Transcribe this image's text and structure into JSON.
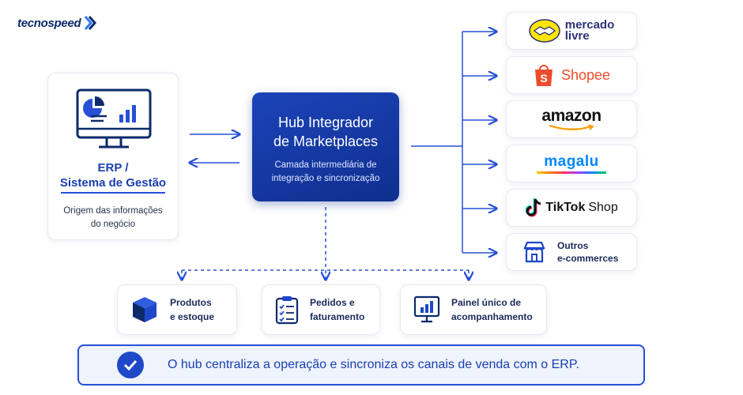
{
  "brand": {
    "logo_text": "tecnospeed"
  },
  "erp": {
    "title_line1": "ERP /",
    "title_line2": "Sistema de Gestão",
    "sub_line1": "Origem das informações",
    "sub_line2": "do negócio"
  },
  "hub": {
    "title_line1": "Hub Integrador",
    "title_line2": "de Marketplaces",
    "sub_line1": "Camada intermediária de",
    "sub_line2": "integração e sincronização"
  },
  "marketplaces": [
    {
      "name_line1": "mercado",
      "name_line2": "livre",
      "icon": "handshake-icon"
    },
    {
      "name": "Shopee",
      "icon": "shopee-bag-icon"
    },
    {
      "name": "amazon",
      "icon": "amazon-smile-icon"
    },
    {
      "name": "magalu",
      "icon": "magalu-underline-icon"
    },
    {
      "name_bold": "TikTok",
      "name_light": "Shop",
      "icon": "tiktok-note-icon"
    },
    {
      "name_line1": "Outros",
      "name_line2": "e-commerces",
      "icon": "storefront-icon"
    }
  ],
  "features": [
    {
      "line1": "Produtos",
      "line2": "e estoque",
      "icon": "box-icon"
    },
    {
      "line1": "Pedidos e",
      "line2": "faturamento",
      "icon": "clipboard-checklist-icon"
    },
    {
      "line1": "Painel único de",
      "line2": "acompanhamento",
      "icon": "dashboard-chart-icon"
    }
  ],
  "banner": {
    "text": "O hub centraliza a operação e sincroniza os canais de venda com o ERP.",
    "icon": "check-circle-icon"
  },
  "colors": {
    "primary": "#1e48c8",
    "dark_navy": "#0d2b6b",
    "shopee": "#ee4d2d",
    "mercado_yellow": "#ffe600",
    "amazon_orange": "#ff9900",
    "magalu_blue": "#0086ff"
  }
}
